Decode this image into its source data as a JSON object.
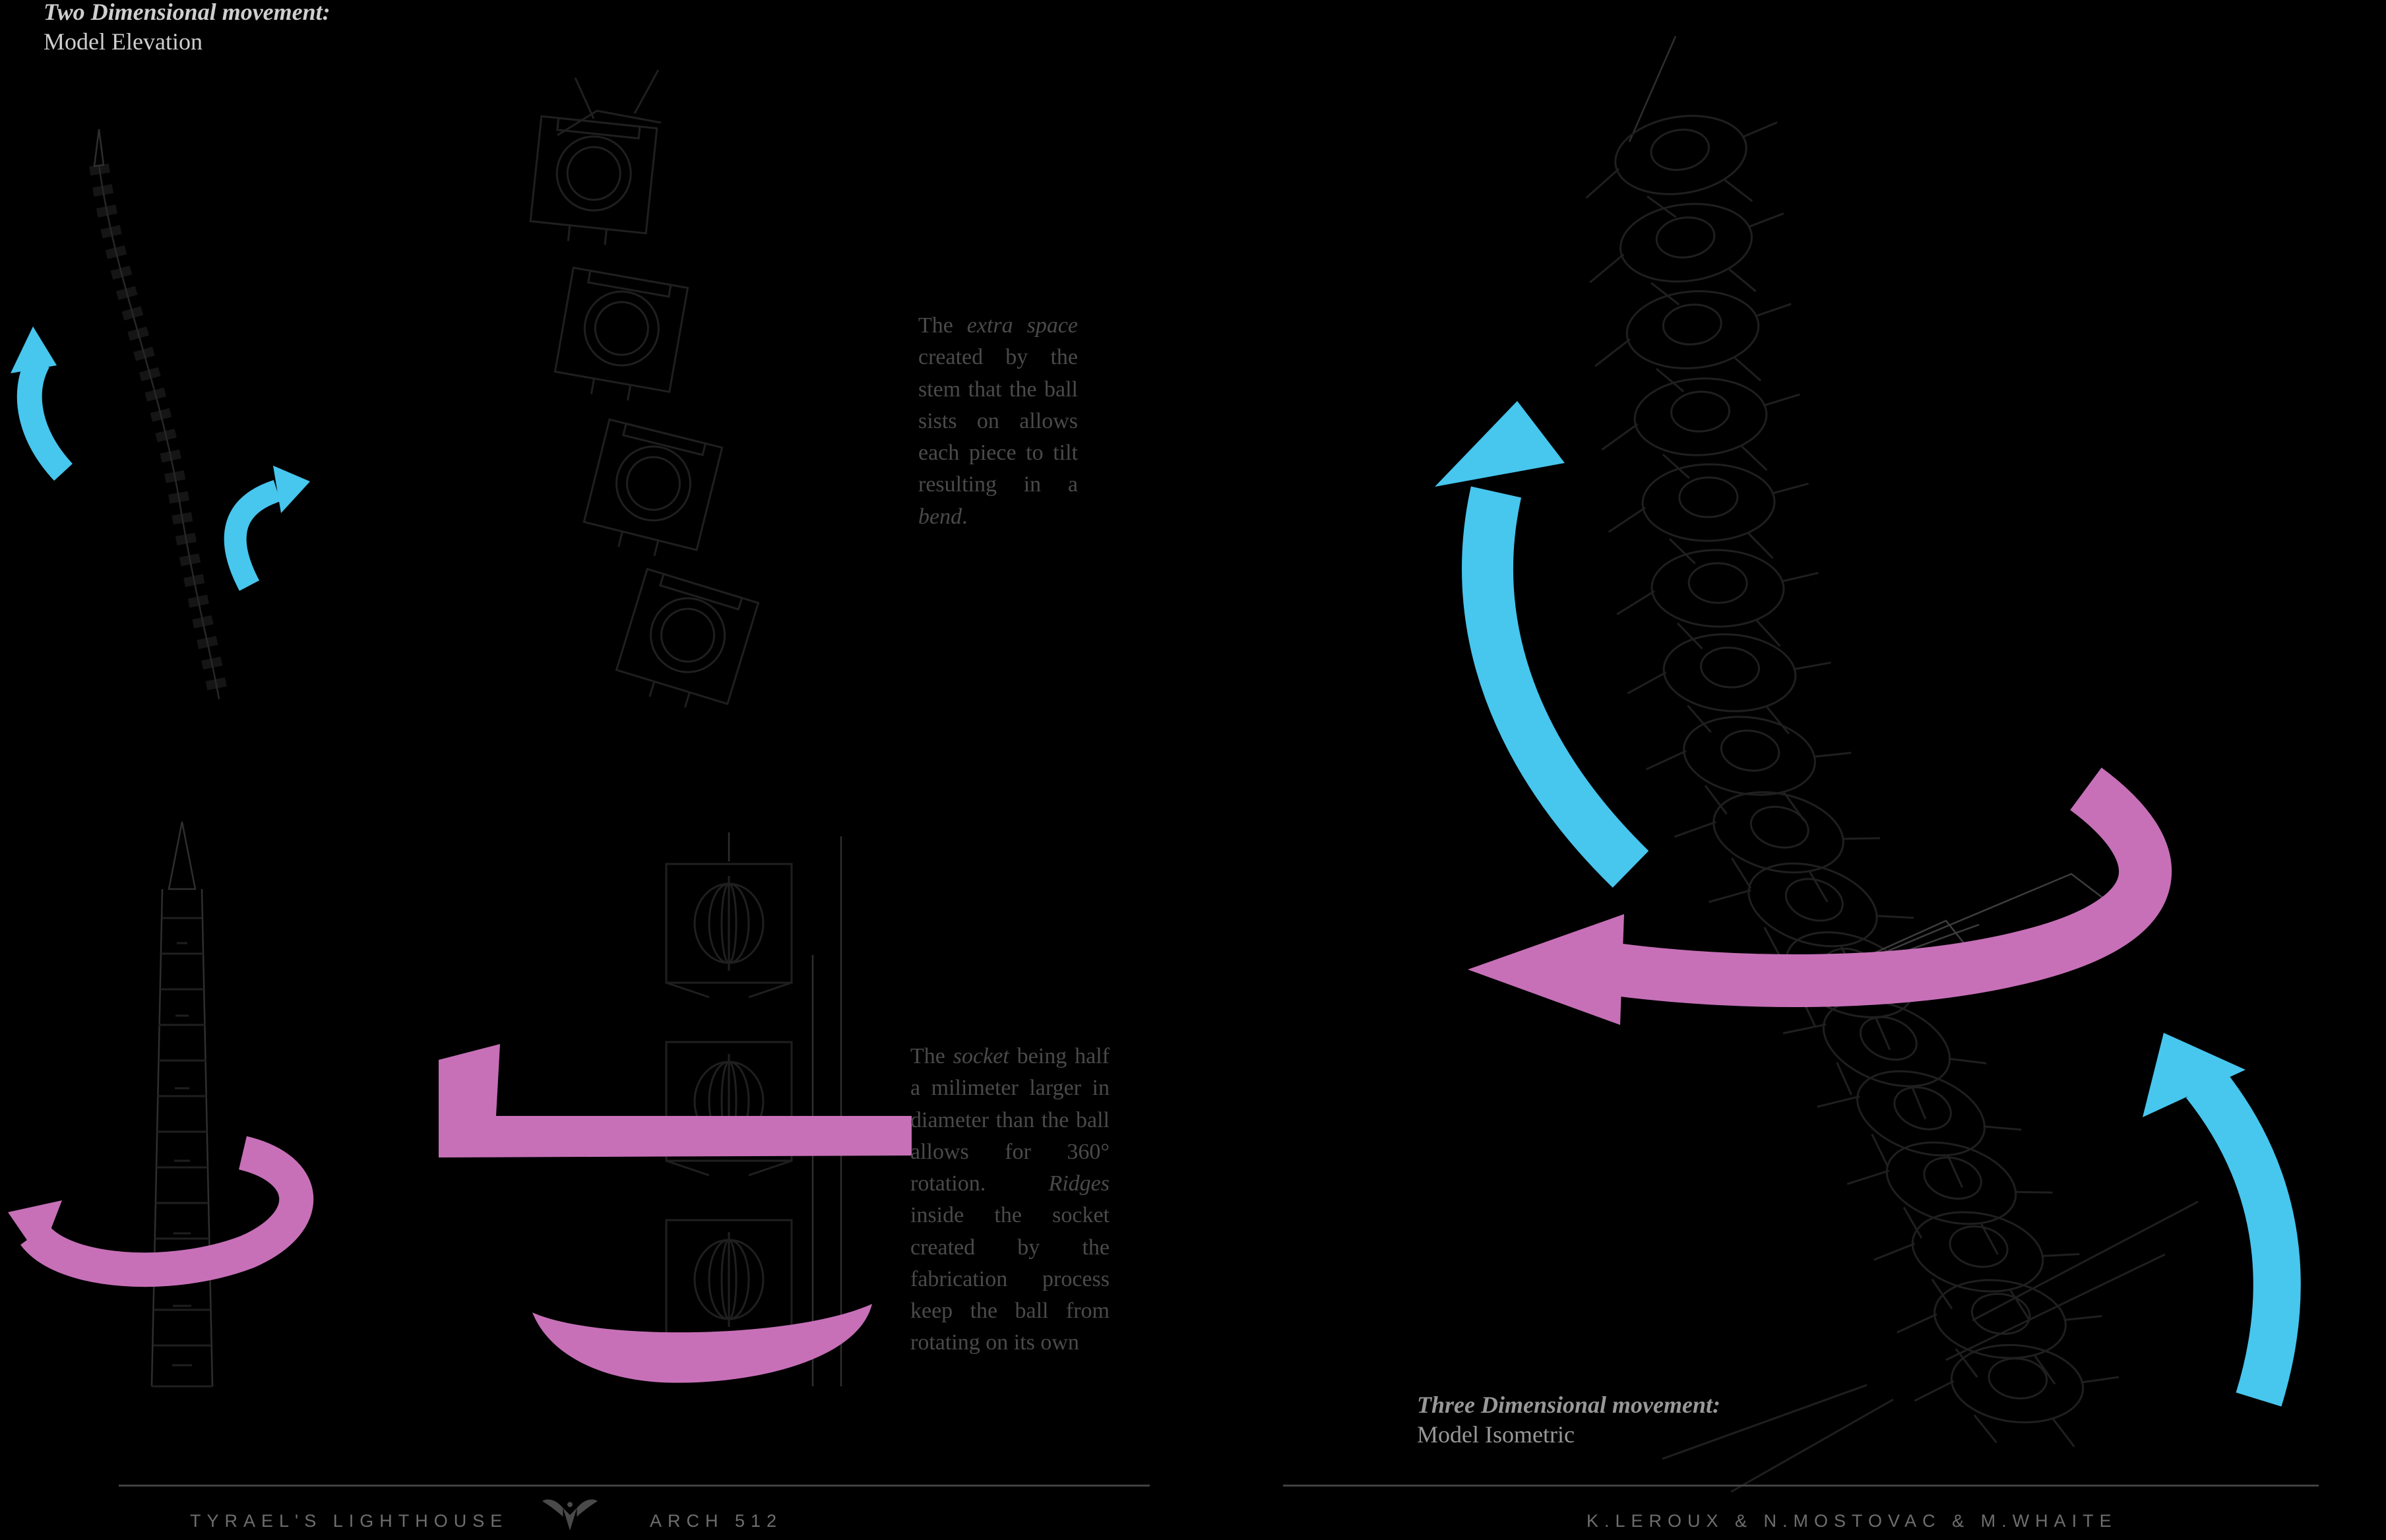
{
  "palette": {
    "background": "#000000",
    "cyan": "#47c6ee",
    "magenta": "#c770b8",
    "body_text": "#4a4a4a",
    "caption_text": "#989898",
    "footer_text": "#6e6e6e"
  },
  "captions": {
    "top_left": {
      "title": "Two Dimensional movement:",
      "subtitle": "Model Elevation"
    },
    "isometric": {
      "title": "Three Dimensional movement:",
      "subtitle": "Model Isometric"
    }
  },
  "annotations": {
    "bend": {
      "segments": [
        "The ",
        "extra space",
        " created by the stem that the ball sists on allows each piece to tilt resulting in a ",
        "bend",
        "."
      ]
    },
    "socket": {
      "segments": [
        "The ",
        "socket",
        " being half a milimeter larger in diameter than the ball allows for 360° rotation. ",
        "Ridges",
        " inside the socket created by the fabrication process keep the ball from rotating on its own"
      ]
    }
  },
  "footer": {
    "project": "TYRAEL'S LIGHTHOUSE",
    "course": "ARCH 512",
    "authors": "K.LEROUX & N.MOSTOVAC & M.WHAITE"
  }
}
